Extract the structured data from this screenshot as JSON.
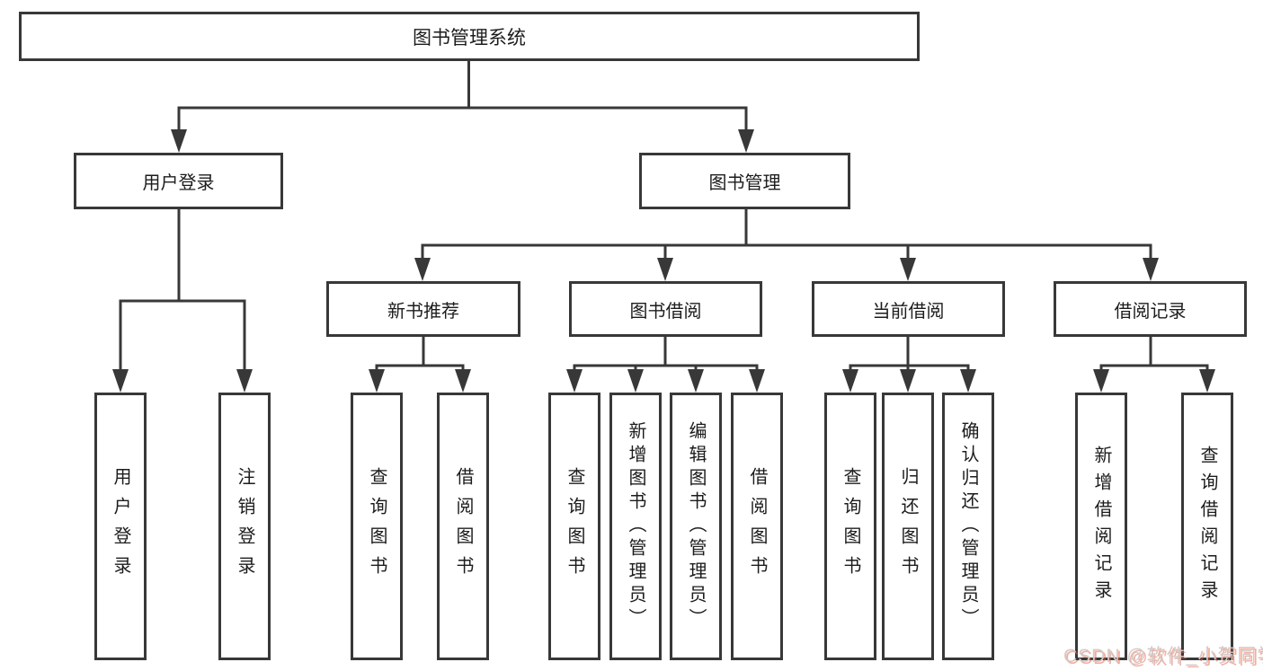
{
  "diagram": {
    "root": {
      "label": "图书管理系统"
    },
    "level2": [
      {
        "label": "用户登录"
      },
      {
        "label": "图书管理"
      }
    ],
    "level3": [
      {
        "label": "新书推荐"
      },
      {
        "label": "图书借阅"
      },
      {
        "label": "当前借阅"
      },
      {
        "label": "借阅记录"
      }
    ],
    "leaves": {
      "user_login": [
        {
          "label": "用户登录"
        },
        {
          "label": "注销登录"
        }
      ],
      "new_book": [
        {
          "label": "查询图书"
        },
        {
          "label": "借阅图书"
        }
      ],
      "book_borrow": [
        {
          "label": "查询图书"
        },
        {
          "label": "新增图书（管理员）"
        },
        {
          "label": "编辑图书（管理员）"
        },
        {
          "label": "借阅图书"
        }
      ],
      "current_borrow": [
        {
          "label": "查询图书"
        },
        {
          "label": "归还图书"
        },
        {
          "label": "确认归还（管理员）"
        }
      ],
      "borrow_record": [
        {
          "label": "新增借阅记录"
        },
        {
          "label": "查询借阅记录"
        }
      ]
    },
    "watermark": "CSDN @软件_小贺同学",
    "colors": {
      "line": "#383838",
      "text": "#1c1c1c",
      "watermark_gray": "#cccccc",
      "watermark_red": "#fc5531"
    }
  }
}
